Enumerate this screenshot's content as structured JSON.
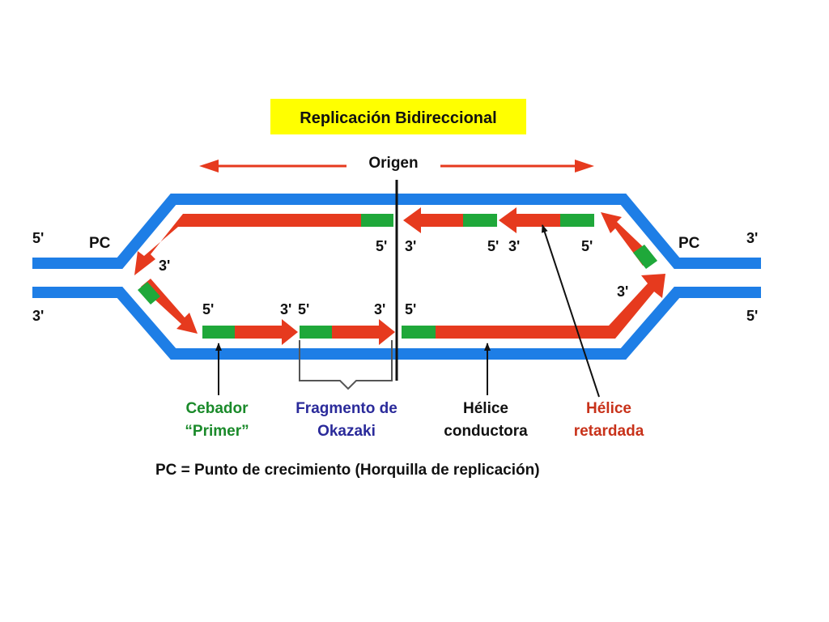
{
  "title": "Replicación Bidireccional",
  "origin_label": "Origen",
  "fork_label": "PC",
  "strand_ends": {
    "five_prime": "5'",
    "three_prime": "3'"
  },
  "labels": {
    "primer_line1": "Cebador",
    "primer_line2": "“Primer”",
    "okazaki_line1": "Fragmento de",
    "okazaki_line2": "Okazaki",
    "leading_line1": "Hélice",
    "leading_line2": "conductora",
    "lagging_line1": "Hélice",
    "lagging_line2": "retardada"
  },
  "footnote": "PC = Punto de crecimiento (Horquilla de replicación)",
  "colors": {
    "title_bg": "#ffff00",
    "dna_strand": "#1e7ee6",
    "new_strand": "#e63a1e",
    "primer": "#1fa83a",
    "primer_text": "#1a8a2a",
    "okazaki_text": "#2a2a9a",
    "lagging_text": "#c8321a",
    "text": "#111111"
  }
}
